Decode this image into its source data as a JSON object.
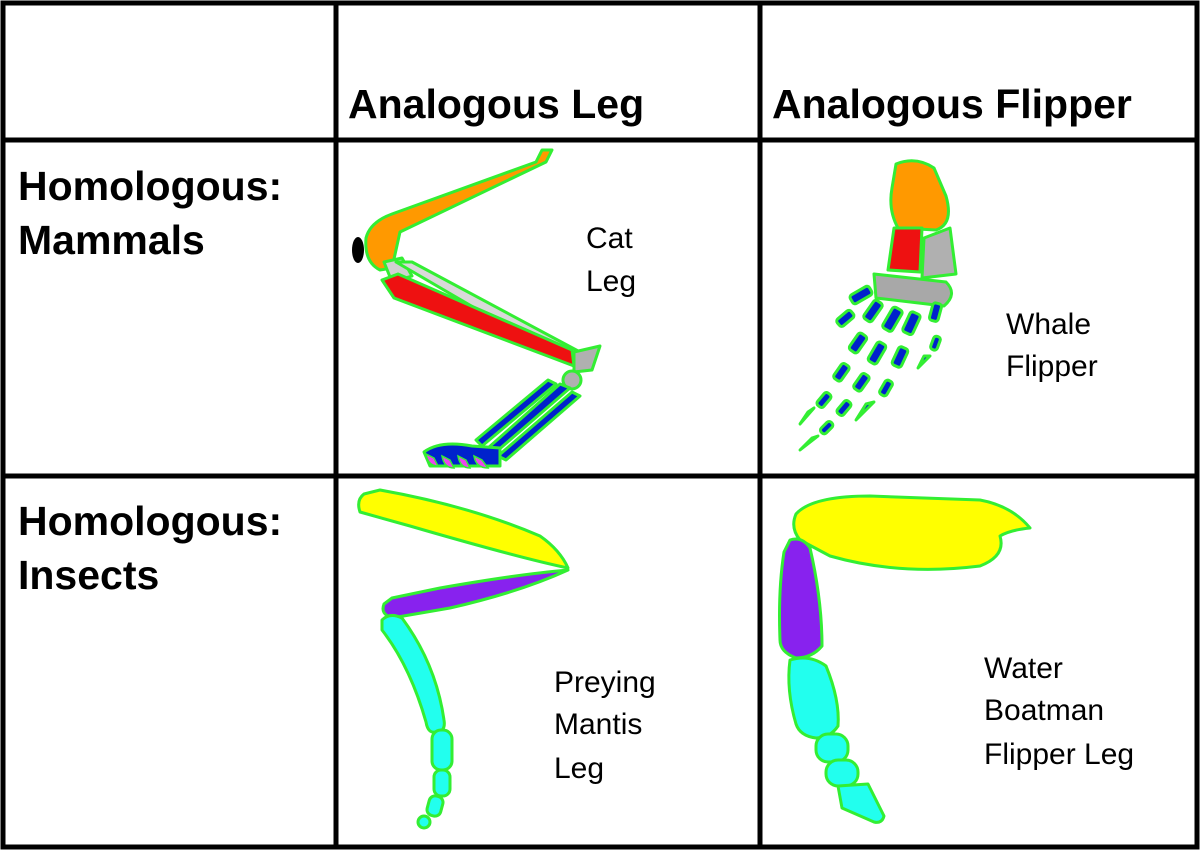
{
  "table": {
    "columns": [
      "",
      "Analogous Leg",
      "Analogous Flipper"
    ],
    "rows": [
      {
        "header_line1": "Homologous:",
        "header_line2": "Mammals",
        "leg_label": [
          "Cat",
          "Leg"
        ],
        "flipper_label": [
          "Whale",
          "Flipper"
        ]
      },
      {
        "header_line1": "Homologous:",
        "header_line2": "Insects",
        "leg_label": [
          "Preying",
          "Mantis",
          "Leg"
        ],
        "flipper_label": [
          "Water",
          "Boatman",
          "Flipper Leg"
        ]
      }
    ]
  },
  "colors": {
    "outline": "#33ee33",
    "femur_mammal": "#ff9900",
    "tibia": "#ee1111",
    "bone_grey": "#b0b0b0",
    "digits": "#0022cc",
    "claws": "#ee44ee",
    "insect_femur": "#ffff00",
    "insect_tibia": "#8822ee",
    "insect_tarsus": "#22ffee"
  }
}
